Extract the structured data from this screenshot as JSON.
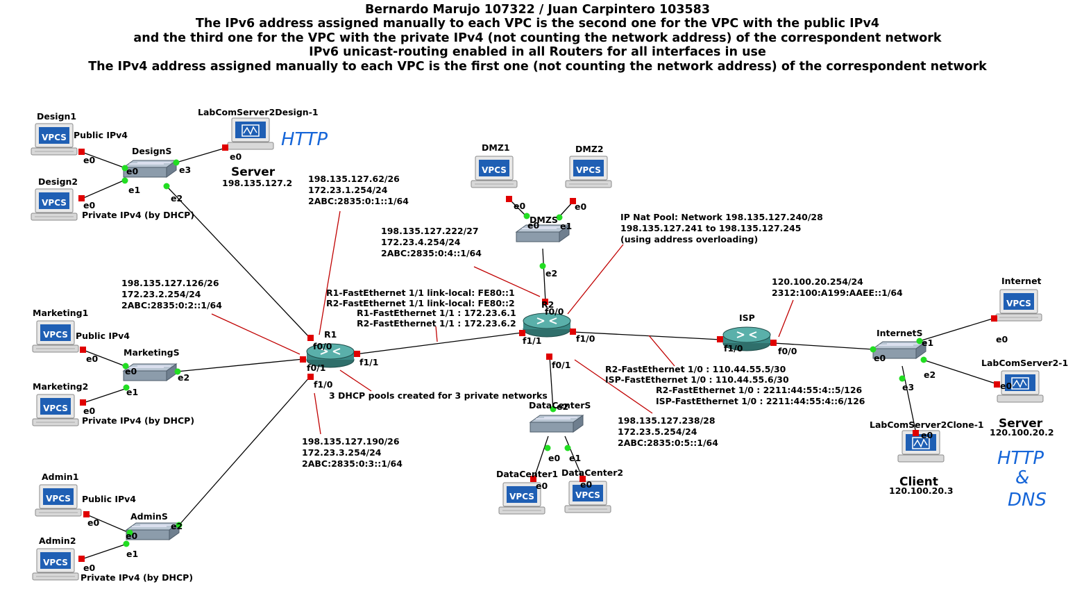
{
  "title_lines": [
    "Bernardo Marujo 107322  / Juan Carpintero 103583",
    "The IPv6 address assigned manually to each VPC is the second one for the VPC with the public IPv4",
    "and the third one for the VPC with the private IPv4 (not counting the network address) of the correspondent network",
    "IPv6 unicast-routing enabled in all Routers for all interfaces in use",
    "The IPv4 address assigned manually to each VPC is the first one (not counting the network address) of the correspondent network"
  ],
  "vpc_icon_text": "VPCS",
  "nodes": {
    "design1": "Design1",
    "design2": "Design2",
    "designs": "DesignS",
    "labserver1": "LabComServer2Design-1",
    "marketing1": "Marketing1",
    "marketing2": "Marketing2",
    "marketings": "MarketingS",
    "admin1": "Admin1",
    "admin2": "Admin2",
    "admins": "AdminS",
    "r1": "R1",
    "r2": "R2",
    "isp": "ISP",
    "dmz1": "DMZ1",
    "dmz2": "DMZ2",
    "dmzs": "DMZS",
    "datacenters": "DataCenterS",
    "datacenter1": "DataCenter1",
    "datacenter2": "DataCenter2",
    "internet": "Internet",
    "internets": "InternetS",
    "labserver2": "LabComServer2-1",
    "labclone": "LabComServer2Clone-1"
  },
  "ports": {
    "d1_e0": "e0",
    "d2_e0": "e0",
    "ds_e0": "e0",
    "ds_e1": "e1",
    "ds_e2": "e2",
    "ds_e3": "e3",
    "ls1_e0": "e0",
    "m1_e0": "e0",
    "m2_e0": "e0",
    "ms_e0": "e0",
    "ms_e1": "e1",
    "ms_e2": "e2",
    "a1_e0": "e0",
    "a2_e0": "e0",
    "as_e0": "e0",
    "as_e1": "e1",
    "as_e2": "e2",
    "r1_f00": "f0/0",
    "r1_f01": "f0/1",
    "r1_f10": "f1/0",
    "r1_f11": "f1/1",
    "r2_f00": "f0/0",
    "r2_f01": "f0/1",
    "r2_f10": "f1/0",
    "r2_f11": "f1/1",
    "dmz1_e0": "e0",
    "dmz2_e0": "e0",
    "dmzs_e0": "e0",
    "dmzs_e1": "e1",
    "dmzs_e2": "e2",
    "dc1_e0": "e0",
    "dc2_e0": "e0",
    "dcs_e0": "e0",
    "dcs_e1": "e1",
    "dcs_e2": "e2",
    "isp_f10": "f1/0",
    "isp_f00": "f0/0",
    "is_e0": "e0",
    "is_e1": "e1",
    "is_e2": "e2",
    "is_e3": "e3",
    "inet_e0": "e0",
    "ls2_e0": "e0",
    "lc_e0": "e0"
  },
  "labels": {
    "design1_pub": "Public IPv4",
    "design2_priv": "Private IPv4 (by DHCP)",
    "marketing1_pub": "Public IPv4",
    "marketing2_priv": "Private IPv4 (by DHCP)",
    "admin1_pub": "Public IPv4",
    "admin2_priv": "Private IPv4 (by DHCP)",
    "server_design_title": "Server",
    "server_design_ip": "198.135.127.2",
    "server_inet_title": "Server",
    "server_inet_ip": "120.100.20.2",
    "client_title": "Client",
    "client_ip": "120.100.20.3",
    "http1": "HTTP",
    "http2": "HTTP",
    "and_sign": "&",
    "dns": "DNS"
  },
  "notes": {
    "design_net": [
      "198.135.127.62/26",
      "172.23.1.254/24",
      "2ABC:2835:0:1::1/64"
    ],
    "marketing_net": [
      "198.135.127.126/26",
      "172.23.2.254/24",
      "2ABC:2835:0:2::1/64"
    ],
    "admin_net": [
      "198.135.127.190/26",
      "172.23.3.254/24",
      "2ABC:2835:0:3::1/64"
    ],
    "dmz_net": [
      "198.135.127.222/27",
      "172.23.4.254/24",
      "2ABC:2835:0:4::1/64"
    ],
    "dc_net": [
      "198.135.127.238/28",
      "172.23.5.254/24",
      "2ABC:2835:0:5::1/64"
    ],
    "nat_pool": [
      "IP Nat Pool: Network 198.135.127.240/28",
      "198.135.127.241 to 198.135.127.245",
      "(using address overloading)"
    ],
    "r1r2_link": [
      "R1-FastEthernet 1/1 link-local: FE80::1",
      "R2-FastEthernet 1/1 link-local: FE80::2",
      "R1-FastEthernet 1/1 : 172.23.6.1",
      "R2-FastEthernet 1/1 : 172.23.6.2"
    ],
    "r2isp_link": [
      "R2-FastEthernet 1/0 : 110.44.55.5/30",
      "ISP-FastEthernet 1/0 : 110.44.55.6/30",
      "R2-FastEthernet 1/0 : 2211:44:55:4::5/126",
      "ISP-FastEthernet 1/0 : 2211:44:55:4::6/126"
    ],
    "isp_net": [
      "120.100.20.254/24",
      "2312:100:A199:AAEE::1/64"
    ],
    "dhcp": "3 DHCP pools created for 3 private networks"
  }
}
